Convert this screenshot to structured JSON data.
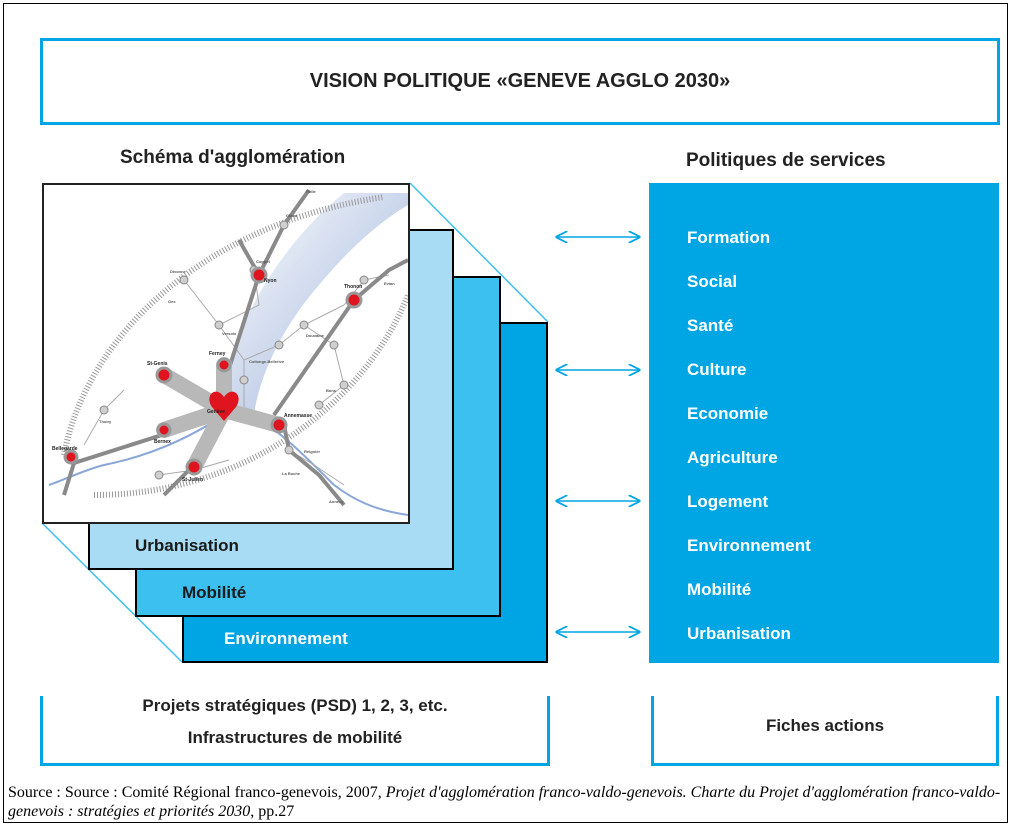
{
  "title": "VISION POLITIQUE «GENEVE AGGLO 2030»",
  "left_heading": "Schéma d'agglomération",
  "right_heading": "Politiques de services",
  "map_labels": {
    "geneve": "Genève",
    "nyon": "Nyon",
    "thonon": "Thonon",
    "annemasse": "Annemasse",
    "st_genis": "St-Genis",
    "ferney": "Ferney",
    "bernex": "Bernex",
    "st_julien": "St-Julien",
    "bellegarde": "Bellegarde",
    "gland": "Gland",
    "rolle": "Rolle",
    "divonne": "Divonne",
    "gex": "Gex",
    "coppet": "Coppet",
    "versoix": "Versoix",
    "thoiry": "Thoiry",
    "collonge": "Collonge-Bellerive",
    "douvaine": "Douvaine",
    "bons": "Bons",
    "evian": "Evian",
    "reignier": "Reignier",
    "la_roche": "La Roche",
    "annecy": "Annecy"
  },
  "layers": [
    "Urbanisation",
    "Mobilité",
    "Environnement"
  ],
  "services": [
    "Formation",
    "Social",
    "Santé",
    "Culture",
    "Economie",
    "Agriculture",
    "Logement",
    "Environnement",
    "Mobilité",
    "Urbanisation"
  ],
  "bottom_left": [
    "Projets stratégiques (PSD) 1, 2, 3, etc.",
    "Infrastructures de mobilité"
  ],
  "bottom_right": "Fiches actions",
  "caption": {
    "prefix": "Source : Source : Comité Régional franco-genevois, 2007, ",
    "title_italic": "Projet d'agglomération franco-valdo-genevois. Charte du Projet d'agglomération franco-valdo-genevois : stratégies et priorités 2030",
    "suffix": ", pp.27"
  },
  "colors": {
    "accent": "#00a6e4",
    "layer_urbanisation": "#a8dcf5",
    "layer_mobilite": "#3cc0ef",
    "layer_environnement": "#00a6e4",
    "node_red": "#e0141e"
  }
}
